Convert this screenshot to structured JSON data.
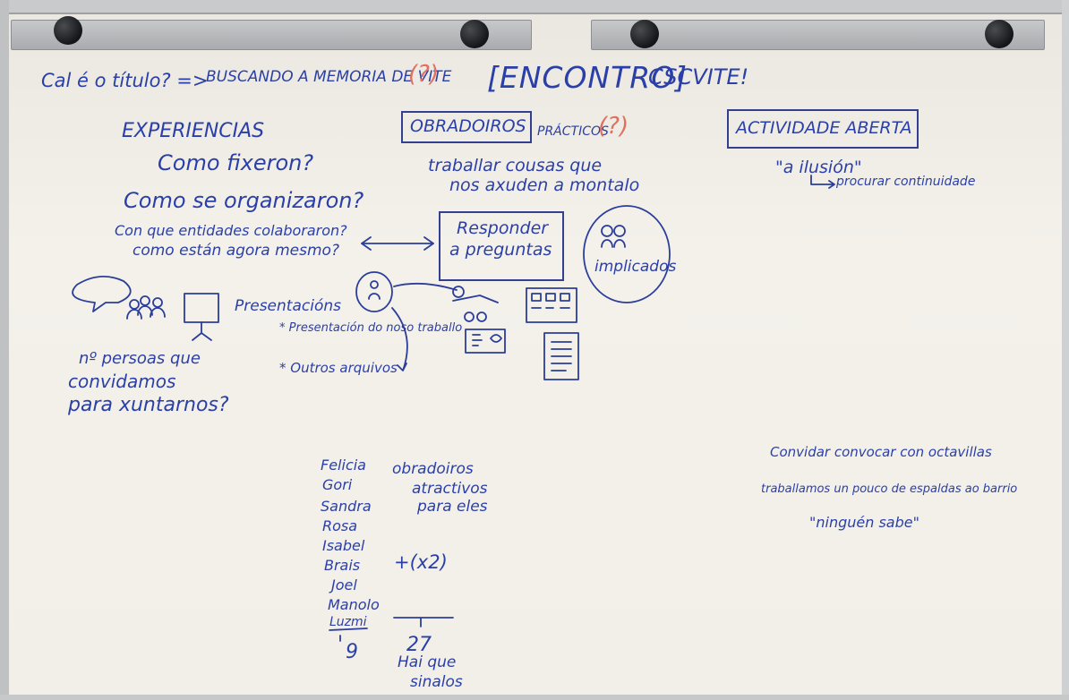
{
  "title_line": {
    "question": "Cal é o título? =>",
    "working_title": "BUSCANDO A MEMORIA DE VITE",
    "question_mark": "(?)",
    "encontro": "[ENCONTRO]",
    "csvite": "CSCVITE!"
  },
  "experiencias": {
    "heading": "EXPERIENCIAS",
    "lines": [
      "Como fixeron?",
      "Como se organizaron?",
      "Con que entidades colaboraron?",
      "como están agora mesmo?"
    ]
  },
  "obradoiros": {
    "heading": "OBRADOIROS",
    "suffix": "PRÁCTICOS",
    "question_mark": "(?)",
    "lines": [
      "traballar cousas que",
      "nos axuden a montalo"
    ]
  },
  "actividade": {
    "heading": "ACTIVIDADE ABERTA",
    "quote": "\"a ilusión\"",
    "note": "procurar continuidade"
  },
  "responder_box": [
    "Responder",
    "a preguntas"
  ],
  "implicados": "implicados",
  "presentacions": {
    "label": "Presentacións",
    "bullets": [
      "* Presentación do noso traballo",
      "* Outros arquivos"
    ]
  },
  "personas_question": [
    "nº persoas que",
    "convidamos",
    "para xuntarnos?"
  ],
  "names": [
    "Felicia",
    "Gori",
    "Sandra",
    "Rosa",
    "Isabel",
    "Brais",
    "Joel",
    "Manolo",
    "Luzmi"
  ],
  "names_total": "9",
  "right_column": {
    "lines": [
      "obradoiros",
      "atractivos",
      "para eles"
    ],
    "multiplier": "+(x2)",
    "total": "27",
    "footer": [
      "Hai que",
      "sinalos"
    ]
  },
  "bottom_right": [
    "Convidar convocar con octavillas",
    "traballamos un pouco de espaldas ao barrio",
    "\"ninguén sabe\""
  ]
}
